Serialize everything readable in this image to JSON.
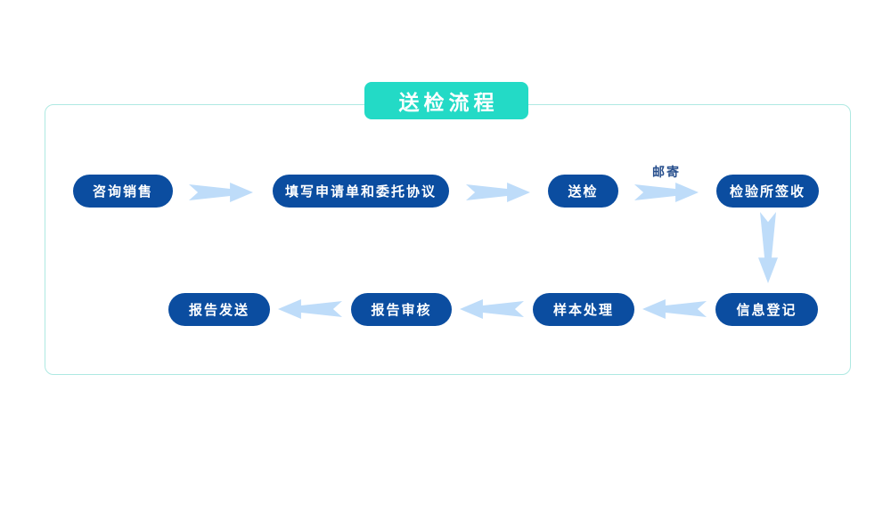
{
  "title": {
    "label": "送检流程"
  },
  "flow": {
    "nodes": [
      {
        "id": "consult-sales",
        "label": "咨询销售"
      },
      {
        "id": "fill-application",
        "label": "填写申请单和委托协议"
      },
      {
        "id": "send-inspection",
        "label": "送检"
      },
      {
        "id": "institute-receipt",
        "label": "检验所签收"
      },
      {
        "id": "info-registration",
        "label": "信息登记"
      },
      {
        "id": "sample-processing",
        "label": "样本处理"
      },
      {
        "id": "report-review",
        "label": "报告审核"
      },
      {
        "id": "report-delivery",
        "label": "报告发送"
      }
    ],
    "edge_labels": {
      "mail": "邮寄"
    }
  },
  "colors": {
    "node_fill": "#0b4da0",
    "node_text": "#ffffff",
    "title_bg": "#23dac6",
    "title_text": "#ffffff",
    "arrow": "#bedcf9",
    "container_border": "#aee9e2",
    "mail_label_text": "#274f8d"
  }
}
